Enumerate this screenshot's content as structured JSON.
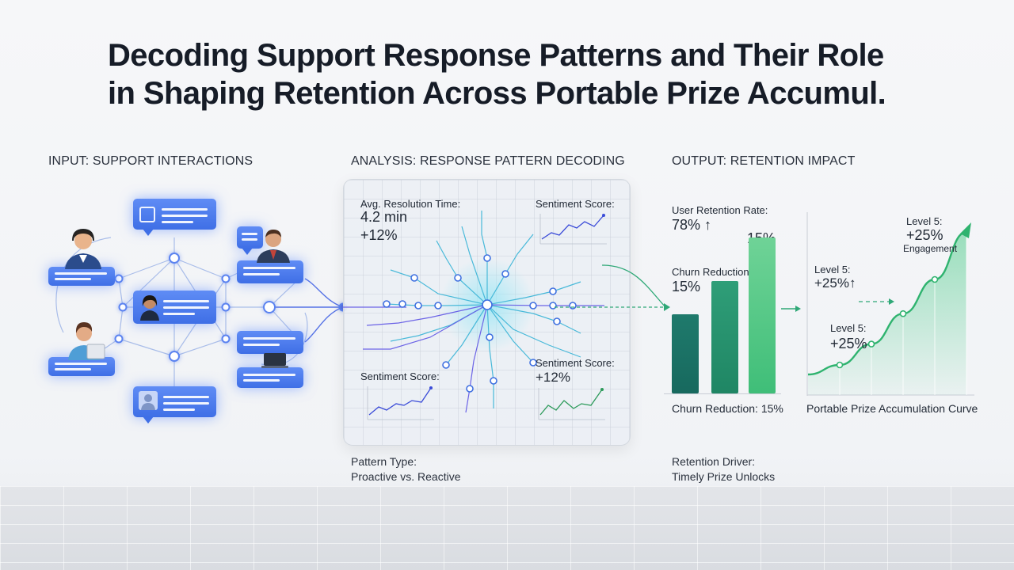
{
  "title": {
    "line1": "Decoding Support Response Patterns and Their Role",
    "line2": "in Shaping Retention Across Portable Prize Accumul."
  },
  "sections": {
    "input": "INPUT: SUPPORT INTERACTIONS",
    "analysis": "ANALYSIS: RESPONSE PATTERN DECODING",
    "output": "OUTPUT: RETENTION IMPACT"
  },
  "analysis": {
    "resolution_label": "Avg. Resolution Time:",
    "resolution_value": "4.2 min",
    "resolution_delta": "+12%",
    "sentiment_top_label": "Sentiment Score:",
    "sentiment_left_label": "Sentiment Score:",
    "sentiment_right_label": "Sentiment Score:",
    "sentiment_right_value": "+12%",
    "pattern_type_label": "Pattern Type:",
    "pattern_type_value": "Proactive vs. Reactive"
  },
  "output": {
    "retention_label": "User Retention Rate:",
    "retention_value": "78% ↑",
    "churn_label": "Churn Reduction:",
    "churn_value": "15%",
    "bar_top_value": "15%",
    "bar_caption": "Churn Reduction: 15%",
    "curve_caption": "Portable Prize Accumulation Curve",
    "level_top_label": "Level 5:",
    "level_top_value": "+25%",
    "level_top_note": "Engagement",
    "level_mid_label": "Level 5:",
    "level_mid_value": "+25%↑",
    "level_low_label": "Level 5:",
    "level_low_value": "+25%",
    "driver_label": "Retention Driver:",
    "driver_value": "Timely Prize Unlocks"
  },
  "icons": [
    "chat-bubble-icon",
    "agent-headset-icon",
    "agent-man-icon",
    "agent-woman-icon",
    "agent-laptop-icon",
    "user-photo-icon",
    "neural-hub-icon",
    "arrow-right-icon"
  ],
  "colors": {
    "blue_accent": "#4a78ee",
    "green_accent": "#2fb36f",
    "teal_dark": "#17695e",
    "text": "#1c2330"
  },
  "chart_data": [
    {
      "type": "bar",
      "categories": [
        "",
        "",
        ""
      ],
      "values": [
        0.31,
        0.44,
        0.61
      ],
      "title": "",
      "xlabel": "",
      "ylabel": ""
    },
    {
      "type": "area",
      "x": [
        0,
        1,
        2,
        3,
        4,
        5
      ],
      "values": [
        0.1,
        0.15,
        0.26,
        0.42,
        0.6,
        0.85
      ],
      "title": "",
      "xlabel": "",
      "ylabel": ""
    }
  ]
}
